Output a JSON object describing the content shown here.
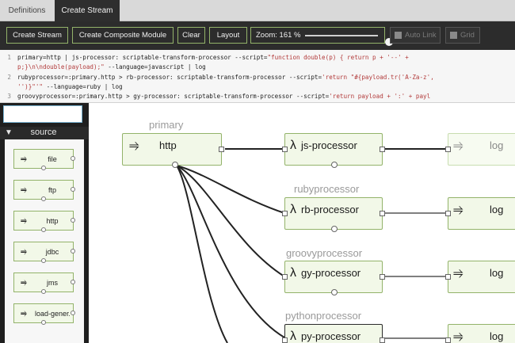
{
  "tabs": [
    {
      "label": "Definitions"
    },
    {
      "label": "Create Stream"
    }
  ],
  "toolbar": {
    "create_stream": "Create Stream",
    "create_composite": "Create Composite Module",
    "clear": "Clear",
    "layout": "Layout",
    "zoom_label": "Zoom: 161 %",
    "zoom_value": 161,
    "auto_link": "Auto Link",
    "grid": "Grid"
  },
  "editor": {
    "lines": [
      {
        "num": "1",
        "code": "primary=http | js-processor: scriptable-transform-processor --script=",
        "str": "\"function double(p) { return p + '--' + ",
        "tail": ""
      },
      {
        "num": "",
        "code": "",
        "str": "p;}\\n\\ndouble(payload);\"",
        "tail": " --language=javascript | log"
      },
      {
        "num": "2",
        "code": "rubyprocessor=:primary.http > rb-processor: scriptable-transform-processor --script=",
        "str": "'return \"#{payload.tr('A-Za-z',",
        "tail": ""
      },
      {
        "num": "",
        "code": "",
        "str": "'')}\"'\"",
        "tail": " --language=ruby | log"
      },
      {
        "num": "3",
        "code": "groovyprocessor=:primary.http > gy-processor: scriptable-transform-processor --script=",
        "str": "'return payload + ':' + payl",
        "tail": ""
      }
    ]
  },
  "palette": {
    "search_placeholder": "",
    "group_title": "source",
    "modules": [
      {
        "name": "file",
        "icon": "source-arrow-icon"
      },
      {
        "name": "ftp",
        "icon": "source-arrow-icon"
      },
      {
        "name": "http",
        "icon": "source-arrow-icon"
      },
      {
        "name": "jdbc",
        "icon": "source-arrow-icon"
      },
      {
        "name": "jms",
        "icon": "source-arrow-icon"
      },
      {
        "name": "load-gener...",
        "icon": "source-arrow-icon"
      }
    ]
  },
  "graph": {
    "labels": {
      "primary": "primary",
      "ruby": "rubyprocessor",
      "groovy": "groovyprocessor",
      "python": "pythonprocessor"
    },
    "nodes": {
      "http": "http",
      "js": "js-processor",
      "rb": "rb-processor",
      "gy": "gy-processor",
      "py": "py-processor",
      "log": "log"
    },
    "icons": {
      "source": "⥤",
      "processor": "λ",
      "sink": "⥤"
    }
  }
}
